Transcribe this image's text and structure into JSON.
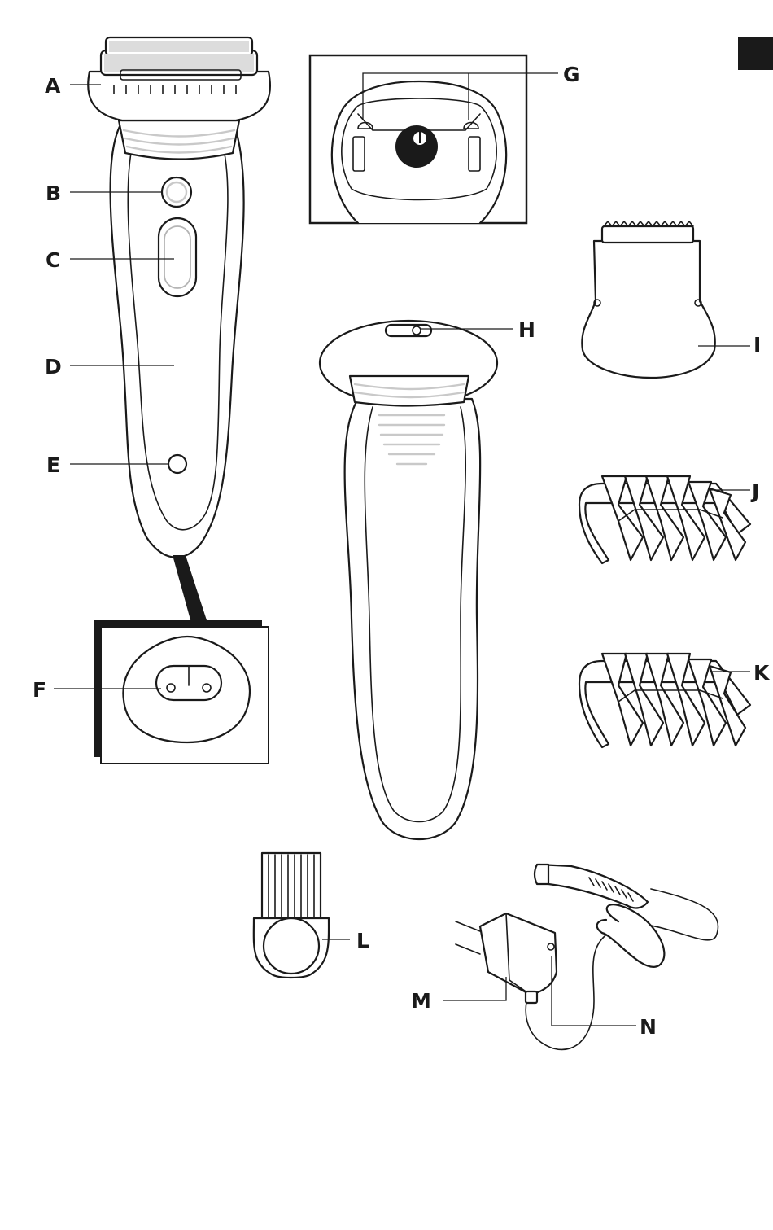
{
  "labels": {
    "A": "A",
    "B": "B",
    "C": "C",
    "D": "D",
    "E": "E",
    "F": "F",
    "G": "G",
    "H": "H",
    "I": "I",
    "J": "J",
    "K": "K",
    "L": "L",
    "M": "M",
    "N": "N"
  },
  "colors": {
    "ink": "#1a1a1a",
    "grey": "#c9c9c9",
    "page": "#ffffff"
  },
  "icons": {
    "corner_tab": "black-square"
  }
}
